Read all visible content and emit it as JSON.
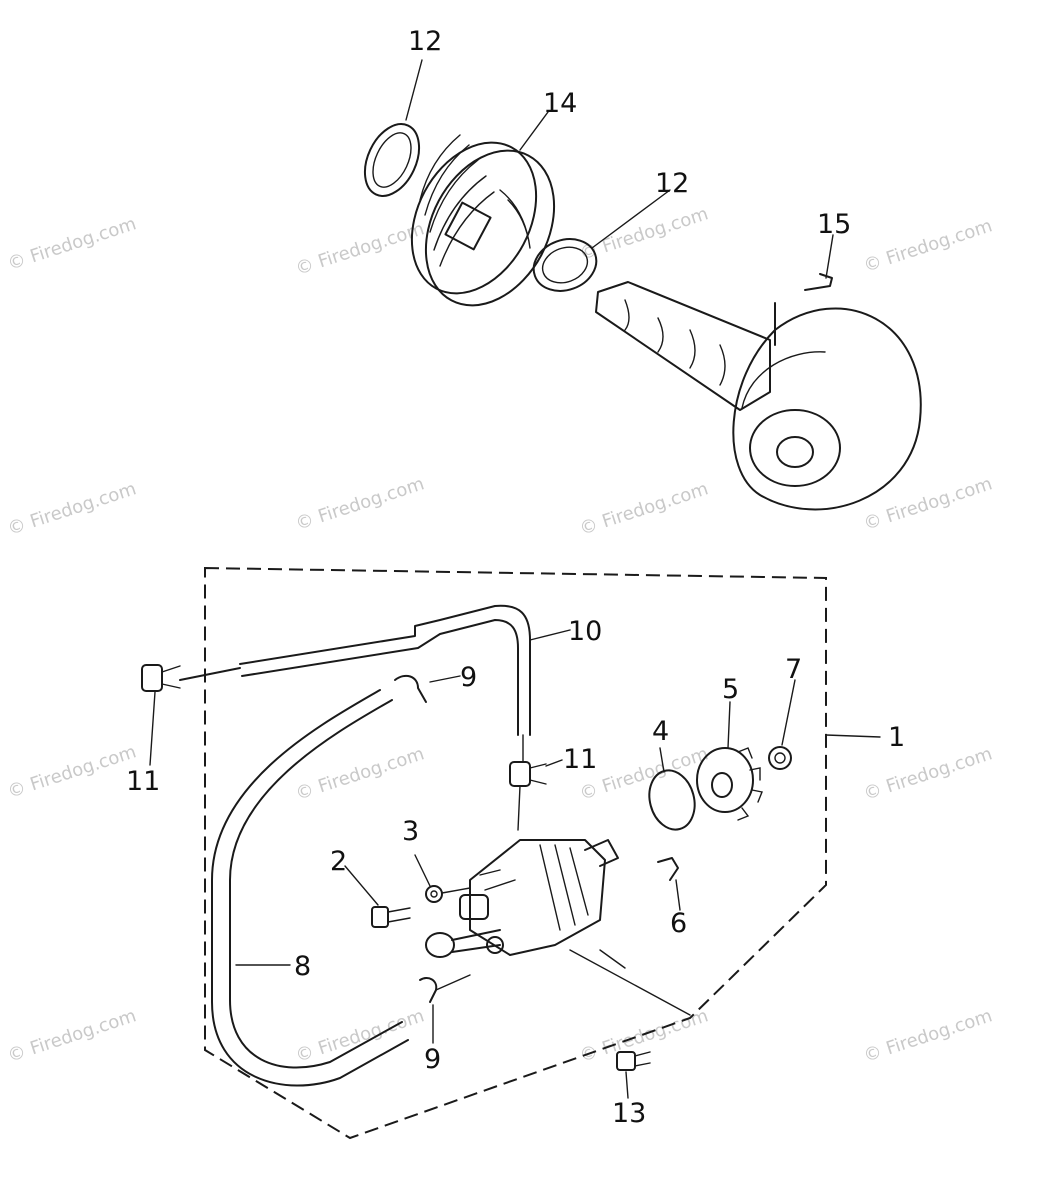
{
  "watermark": "© Firedog.com",
  "callouts": {
    "c1": "1",
    "c2": "2",
    "c3": "3",
    "c4": "4",
    "c5": "5",
    "c6": "6",
    "c7": "7",
    "c8": "8",
    "c9a": "9",
    "c9b": "9",
    "c10": "10",
    "c11a": "11",
    "c11b": "11",
    "c12a": "12",
    "c12b": "12",
    "c13": "13",
    "c14": "14",
    "c15": "15"
  }
}
